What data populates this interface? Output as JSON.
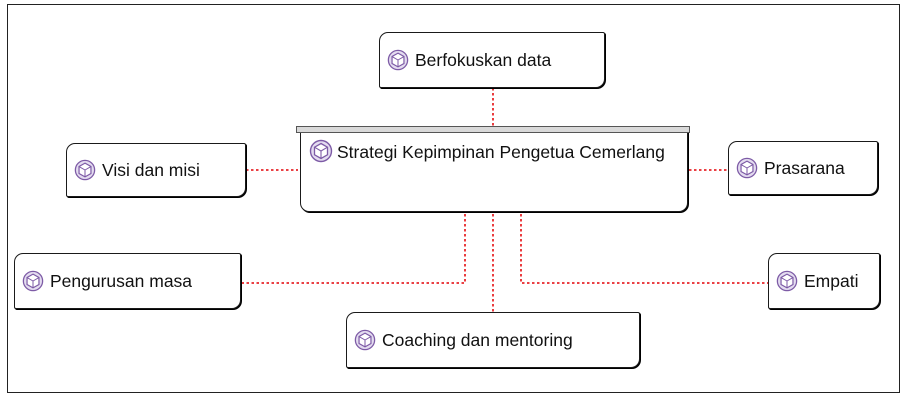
{
  "diagram": {
    "center": {
      "label": "Strategi Kepimpinan Pengetua Cemerlang",
      "icon": "concept-hexagon-icon"
    },
    "nodes": [
      {
        "id": "berfokuskan-data",
        "label": "Berfokuskan data",
        "icon": "concept-hexagon-icon"
      },
      {
        "id": "visi-dan-misi",
        "label": "Visi dan misi",
        "icon": "concept-hexagon-icon"
      },
      {
        "id": "prasarana",
        "label": "Prasarana",
        "icon": "concept-hexagon-icon"
      },
      {
        "id": "pengurusan-masa",
        "label": "Pengurusan masa",
        "icon": "concept-hexagon-icon"
      },
      {
        "id": "empati",
        "label": "Empati",
        "icon": "concept-hexagon-icon"
      },
      {
        "id": "coaching-dan-mentoring",
        "label": "Coaching dan mentoring",
        "icon": "concept-hexagon-icon"
      }
    ],
    "colors": {
      "connector": "#e8262a",
      "icon_stroke": "#7d5ba6",
      "icon_fill": "#e4dcf0"
    }
  }
}
